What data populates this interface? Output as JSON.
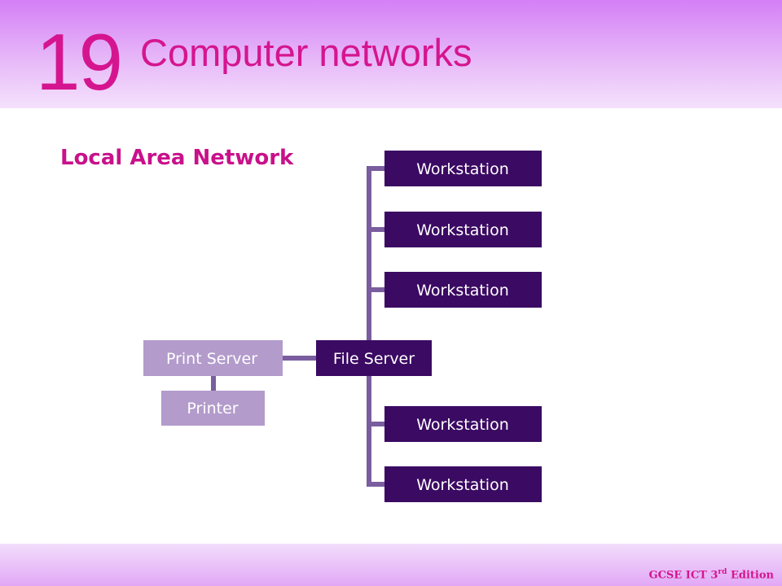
{
  "header": {
    "chapter_number": "19",
    "chapter_title": "Computer networks"
  },
  "section_title": "Local Area Network",
  "diagram": {
    "nodes": [
      {
        "id": "ws1",
        "label": "Workstation",
        "role": "workstation"
      },
      {
        "id": "ws2",
        "label": "Workstation",
        "role": "workstation"
      },
      {
        "id": "ws3",
        "label": "Workstation",
        "role": "workstation"
      },
      {
        "id": "fs",
        "label": "File Server",
        "role": "server"
      },
      {
        "id": "ps",
        "label": "Print Server",
        "role": "peripheral"
      },
      {
        "id": "pr",
        "label": "Printer",
        "role": "peripheral"
      },
      {
        "id": "ws4",
        "label": "Workstation",
        "role": "workstation"
      },
      {
        "id": "ws5",
        "label": "Workstation",
        "role": "workstation"
      }
    ],
    "colors": {
      "primary_node": "#3b0a63",
      "secondary_node": "#b39bcc",
      "connector": "#7a5d9e"
    }
  },
  "footer": {
    "text_prefix": "GCSE ICT 3",
    "text_sup": "rd",
    "text_suffix": " Edition"
  }
}
